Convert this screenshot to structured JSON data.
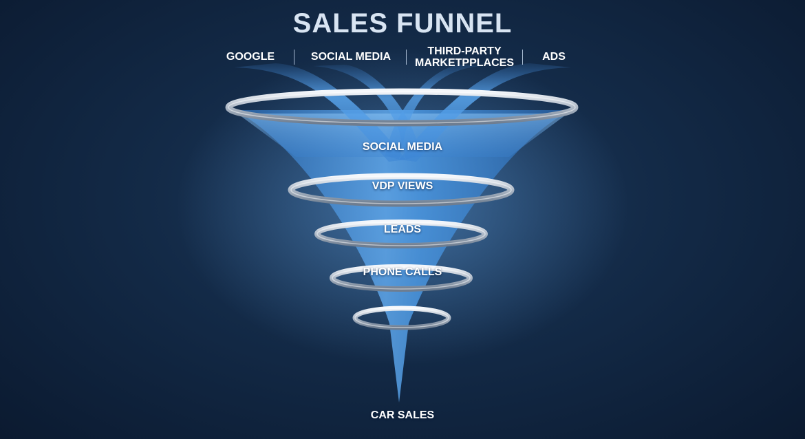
{
  "title": "SALES FUNNEL",
  "sources": [
    "GOOGLE",
    "SOCIAL MEDIA",
    "THIRD-PARTY",
    "MARKETPPLACES",
    "ADS"
  ],
  "stages": [
    "SOCIAL MEDIA",
    "VDP VIEWS",
    "LEADS",
    "PHONE CALLS"
  ],
  "output": "CAR SALES",
  "colors": {
    "background": "#132a47",
    "funnel_blue": "#3f8ad6",
    "ribbon_blue": "#5aa2e6",
    "ring_silver": "#d7dee8",
    "title_text": "#d8e4f2"
  }
}
